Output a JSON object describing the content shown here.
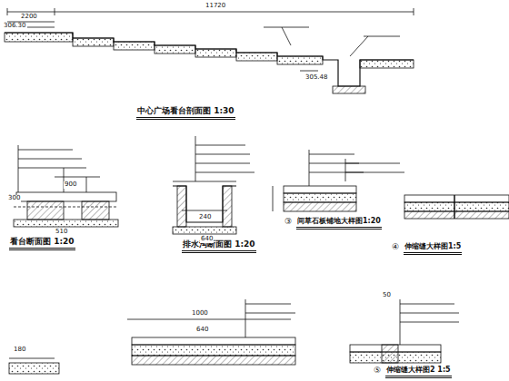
{
  "diagram": {
    "labels": [
      "11720",
      "2200",
      "306.30",
      "305.48",
      "中心广场看台剖面图 1:30",
      "看台断面图 1:20",
      "300",
      "900",
      "510",
      "排水沟断面图 1:20",
      "240",
      "640",
      "③",
      "间草石板铺地大样图1:20",
      "④",
      "伸缩缝大样图1:5",
      "1000",
      "640",
      "180",
      "50",
      "⑤",
      "伸缩缝大样图2 1:5"
    ]
  }
}
